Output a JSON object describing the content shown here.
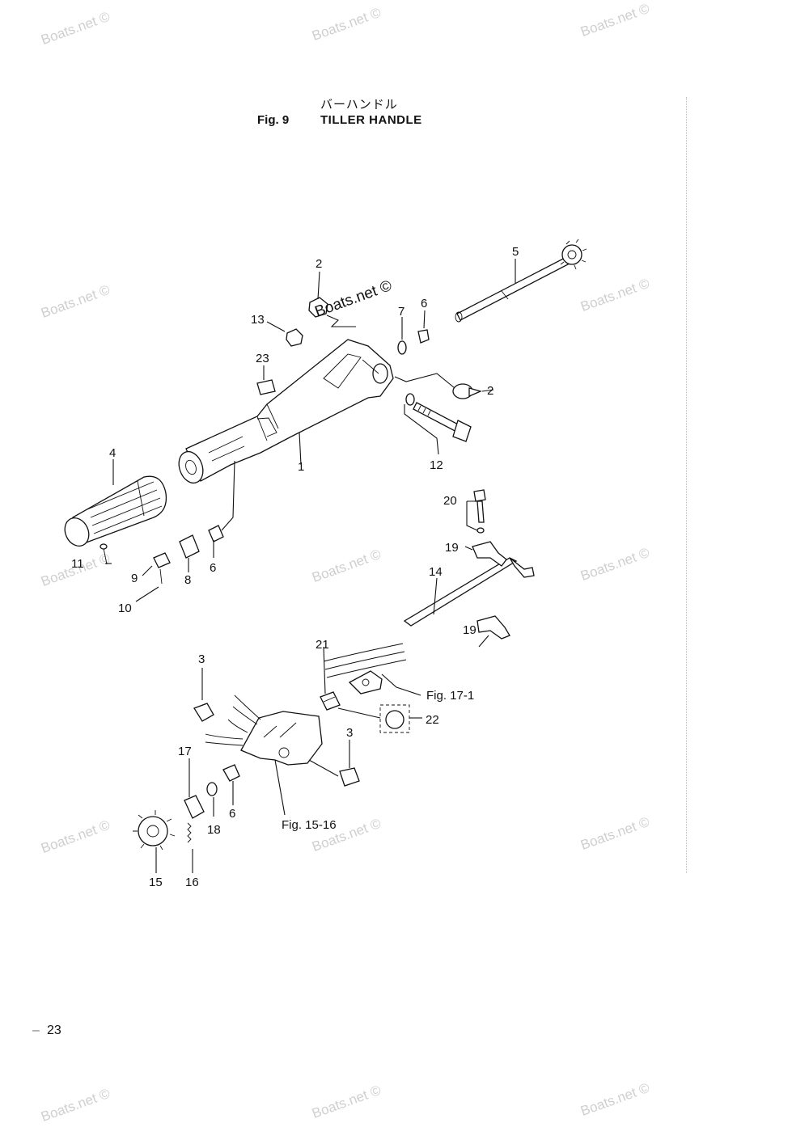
{
  "header": {
    "title_jp": "バーハンドル",
    "fig_number": "Fig. 9",
    "fig_title": "TILLER HANDLE"
  },
  "page_number": "23",
  "watermark": "Boats.net ©",
  "diagram_watermark": "Boats.net ©",
  "callouts": {
    "c1": "1",
    "c2a": "2",
    "c2b": "2",
    "c3a": "3",
    "c3b": "3",
    "c4": "4",
    "c5": "5",
    "c6a": "6",
    "c6b": "6",
    "c6c": "6",
    "c7": "7",
    "c8": "8",
    "c9": "9",
    "c10": "10",
    "c11": "11",
    "c12": "12",
    "c13": "13",
    "c14": "14",
    "c15": "15",
    "c16": "16",
    "c17": "17",
    "c18": "18",
    "c19a": "19",
    "c19b": "19",
    "c20": "20",
    "c21": "21",
    "c22": "22",
    "c23": "23"
  },
  "references": {
    "fig17": "Fig. 17-1",
    "fig15": "Fig. 15-16"
  }
}
